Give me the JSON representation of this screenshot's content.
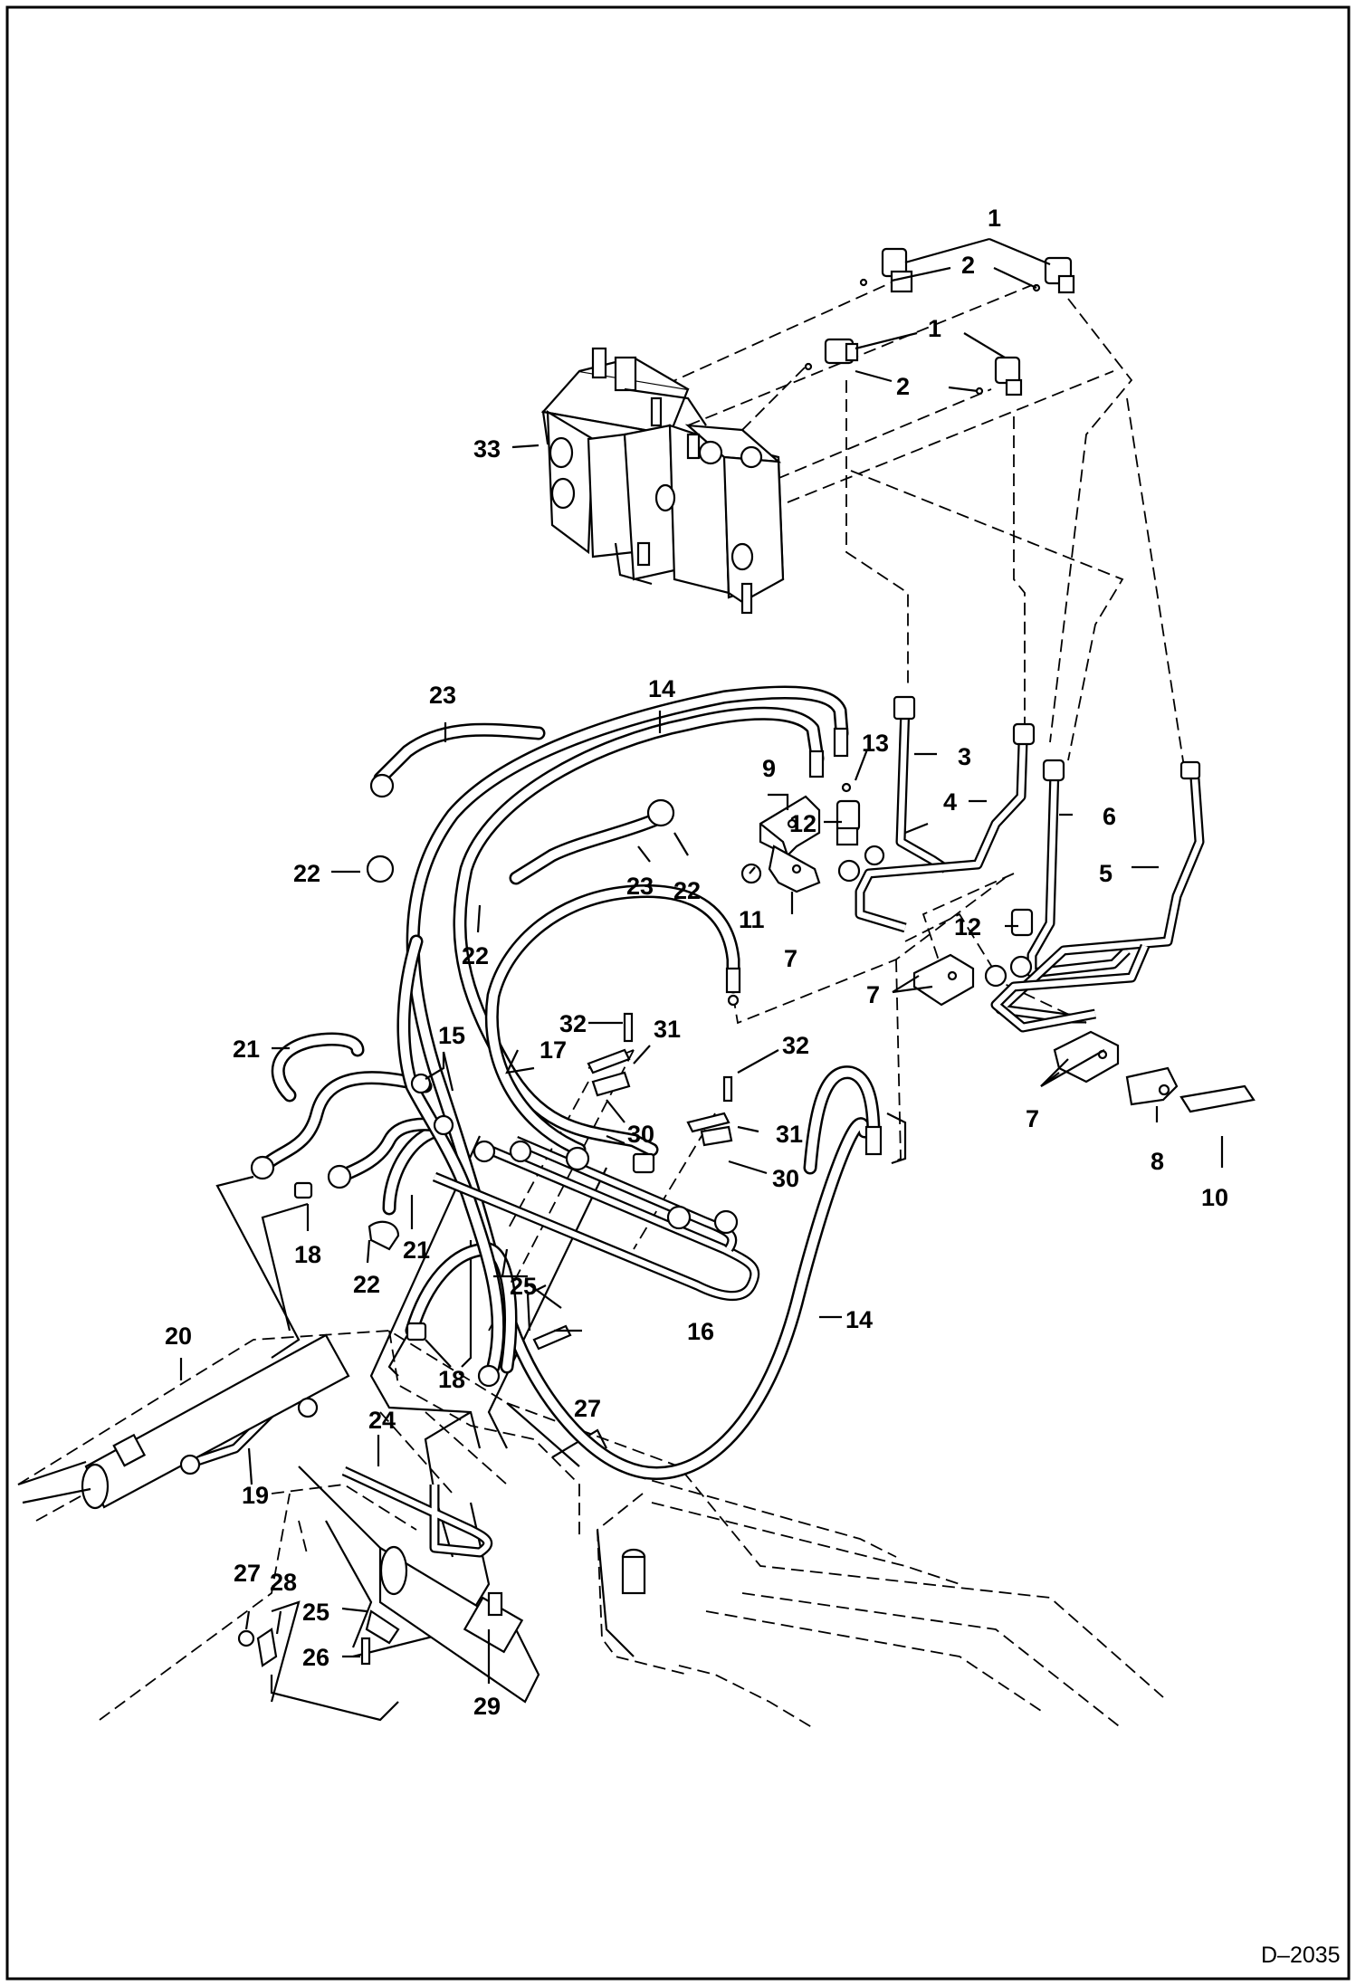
{
  "figure": {
    "type": "exploded-parts-diagram",
    "drawing_id": "D–2035",
    "callouts": [
      {
        "id": "c1a",
        "label": "1"
      },
      {
        "id": "c2a",
        "label": "2"
      },
      {
        "id": "c1b",
        "label": "1"
      },
      {
        "id": "c2b",
        "label": "2"
      },
      {
        "id": "c33",
        "label": "33"
      },
      {
        "id": "c23a",
        "label": "23"
      },
      {
        "id": "c14a",
        "label": "14"
      },
      {
        "id": "c13",
        "label": "13"
      },
      {
        "id": "c3",
        "label": "3"
      },
      {
        "id": "c9",
        "label": "9"
      },
      {
        "id": "c4",
        "label": "4"
      },
      {
        "id": "c6",
        "label": "6"
      },
      {
        "id": "c12a",
        "label": "12"
      },
      {
        "id": "c5",
        "label": "5"
      },
      {
        "id": "c22a",
        "label": "22"
      },
      {
        "id": "c23b",
        "label": "23"
      },
      {
        "id": "c22b",
        "label": "22"
      },
      {
        "id": "c11",
        "label": "11"
      },
      {
        "id": "c22c",
        "label": "22"
      },
      {
        "id": "c7a",
        "label": "7"
      },
      {
        "id": "c12b",
        "label": "12"
      },
      {
        "id": "c7b",
        "label": "7"
      },
      {
        "id": "c32a",
        "label": "32"
      },
      {
        "id": "c31a",
        "label": "31"
      },
      {
        "id": "c15",
        "label": "15"
      },
      {
        "id": "c17",
        "label": "17"
      },
      {
        "id": "c21a",
        "label": "21"
      },
      {
        "id": "c32b",
        "label": "32"
      },
      {
        "id": "c7c",
        "label": "7"
      },
      {
        "id": "c30a",
        "label": "30"
      },
      {
        "id": "c31b",
        "label": "31"
      },
      {
        "id": "c8",
        "label": "8"
      },
      {
        "id": "c30b",
        "label": "30"
      },
      {
        "id": "c10",
        "label": "10"
      },
      {
        "id": "c18a",
        "label": "18"
      },
      {
        "id": "c21b",
        "label": "21"
      },
      {
        "id": "c22d",
        "label": "22"
      },
      {
        "id": "c25a",
        "label": "25"
      },
      {
        "id": "c16",
        "label": "16"
      },
      {
        "id": "c14b",
        "label": "14"
      },
      {
        "id": "c20",
        "label": "20"
      },
      {
        "id": "c18b",
        "label": "18"
      },
      {
        "id": "c27a",
        "label": "27"
      },
      {
        "id": "c24",
        "label": "24"
      },
      {
        "id": "c19",
        "label": "19"
      },
      {
        "id": "c27b",
        "label": "27"
      },
      {
        "id": "c28",
        "label": "28"
      },
      {
        "id": "c25b",
        "label": "25"
      },
      {
        "id": "c26",
        "label": "26"
      },
      {
        "id": "c29",
        "label": "29"
      }
    ]
  }
}
